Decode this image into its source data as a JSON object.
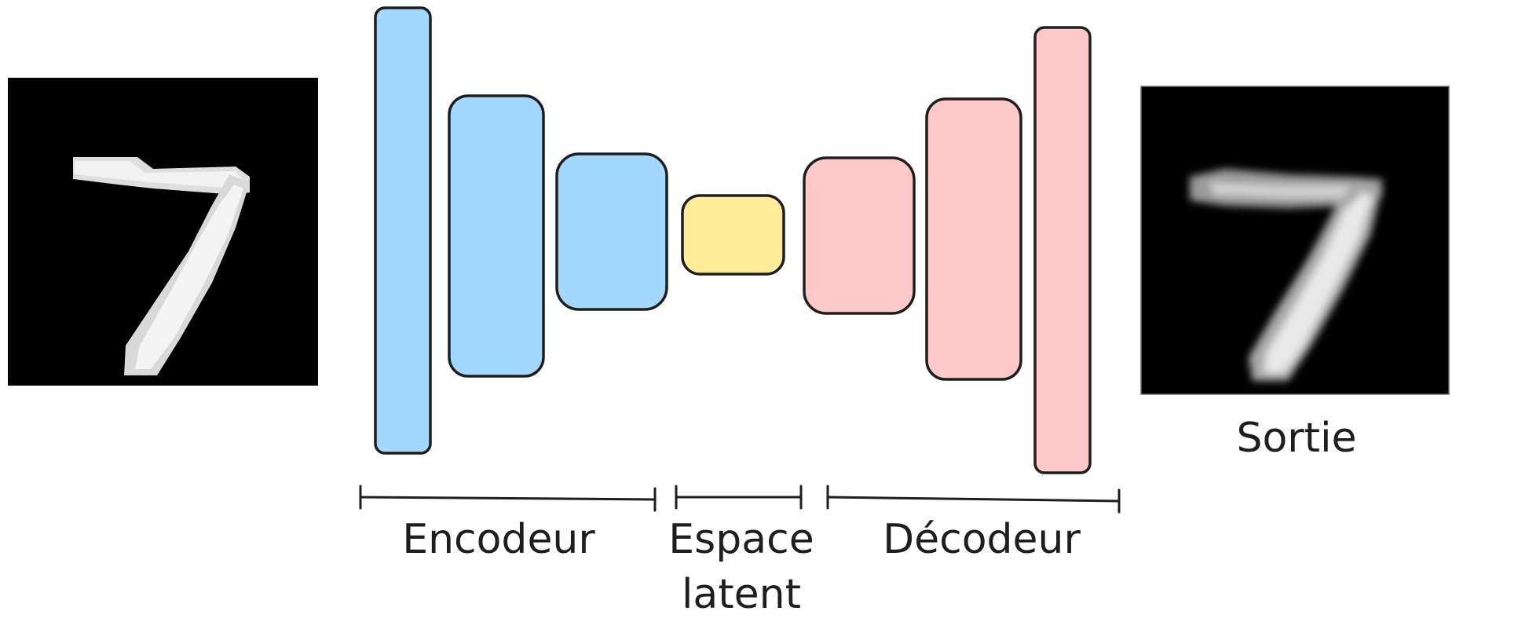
{
  "diagram": {
    "input_image": {
      "content": "digit-7",
      "style": "sharp"
    },
    "output_image": {
      "content": "digit-7",
      "style": "blurred",
      "label": "Sortie"
    },
    "layers": {
      "encoder": {
        "count": 3,
        "color": "#a5d8ff"
      },
      "latent": {
        "count": 1,
        "color": "#ffec99"
      },
      "decoder": {
        "count": 3,
        "color": "#ffc9c9"
      }
    },
    "stroke_color": "#1e1e1e",
    "brackets": {
      "encoder_label": "Encodeur",
      "latent_label_line1": "Espace",
      "latent_label_line2": "latent",
      "decoder_label": "Décodeur"
    }
  }
}
